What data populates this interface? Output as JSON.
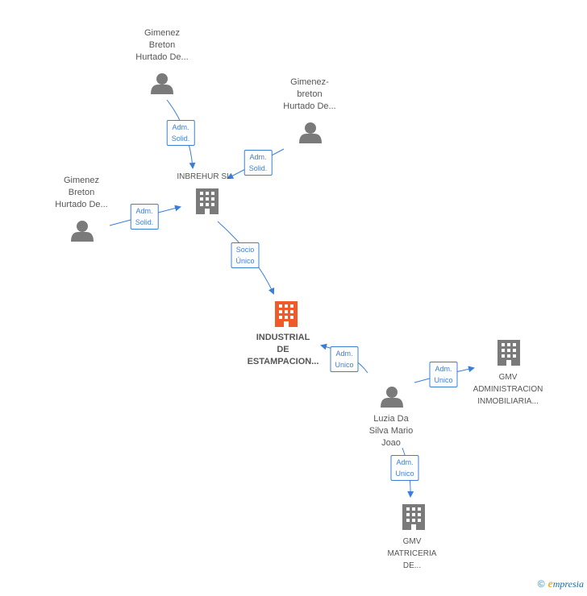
{
  "nodes": {
    "p1": {
      "lines": [
        "Gimenez",
        "Breton",
        "Hurtado De..."
      ]
    },
    "p2": {
      "lines": [
        "Gimenez-",
        "breton",
        "Hurtado De..."
      ]
    },
    "p3": {
      "lines": [
        "Gimenez",
        "Breton",
        "Hurtado De..."
      ]
    },
    "inbrehur": {
      "lines": [
        "INBREHUR SL"
      ]
    },
    "industrial": {
      "lines": [
        "INDUSTRIAL",
        "DE",
        "ESTAMPACION..."
      ]
    },
    "luzia": {
      "lines": [
        "Luzia Da",
        "Silva Mario",
        "Joao"
      ]
    },
    "gmv_adm": {
      "lines": [
        "GMV",
        "ADMINISTRACION",
        "INMOBILIARIA..."
      ]
    },
    "gmv_mat": {
      "lines": [
        "GMV",
        "MATRICERIA",
        "DE..."
      ]
    }
  },
  "edges": {
    "e1": [
      "Adm.",
      "Solid."
    ],
    "e2": [
      "Adm.",
      "Solid."
    ],
    "e3": [
      "Adm.",
      "Solid."
    ],
    "e4": [
      "Socio",
      "Único"
    ],
    "e5": [
      "Adm.",
      "Unico"
    ],
    "e6": [
      "Adm.",
      "Unico"
    ],
    "e7": [
      "Adm.",
      "Unico"
    ]
  },
  "colors": {
    "edge": "#3a7fd5",
    "person": "#7a7a7a",
    "company": "#7a7a7a",
    "focus": "#f05a28"
  },
  "footer": {
    "copyright": "©",
    "brand_initial": "e",
    "brand_rest": "mpresia"
  }
}
